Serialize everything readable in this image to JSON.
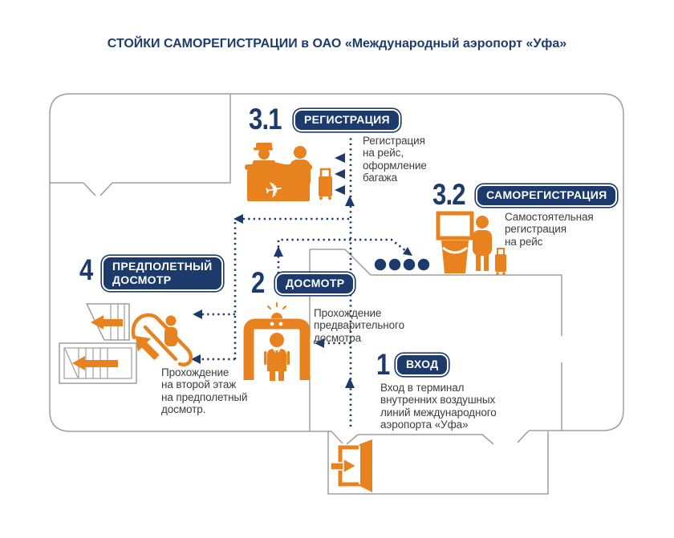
{
  "title": "СТОЙКИ САМОРЕГИСТРАЦИИ в ОАО «Международный аэропорт «Уфа»",
  "colors": {
    "navy": "#1C3A6B",
    "orange": "#E8821E",
    "wall_gray": "#9D9D9C",
    "text_gray": "#3C3C3B",
    "background": "#FFFFFF"
  },
  "steps": {
    "entrance": {
      "number": "1",
      "label": "ВХОД",
      "description": "Вход в терминал\nвнутренних воздушных\nлиний международного\nаэропорта «Уфа»"
    },
    "inspection": {
      "number": "2",
      "label": "ДОСМОТР",
      "description": "Прохождение\nпредварительного\nдосмотра"
    },
    "registration": {
      "number": "3.1",
      "label": "РЕГИСТРАЦИЯ",
      "description": "Регистрация\nна рейс,\nоформление\nбагажа"
    },
    "self_registration": {
      "number": "3.2",
      "label": "САМОРЕГИСТРАЦИЯ",
      "description": "Самостоятельная\nрегистрация\nна рейс"
    },
    "preflight": {
      "number": "4",
      "label": "ПРЕДПОЛЕТНЫЙ\nДОСМОТР",
      "description": "Прохождение\nна второй этаж\nна предполетный\nдосмотр."
    }
  },
  "icons": {
    "airplane_glyph": "✈",
    "names": [
      "checkin-desk-icon",
      "selfcheck-kiosk-icon",
      "metal-detector-icon",
      "escalator-icon",
      "stairs-top-view-icon",
      "stairs-side-view-icon",
      "entrance-door-icon",
      "queue-dots"
    ]
  }
}
